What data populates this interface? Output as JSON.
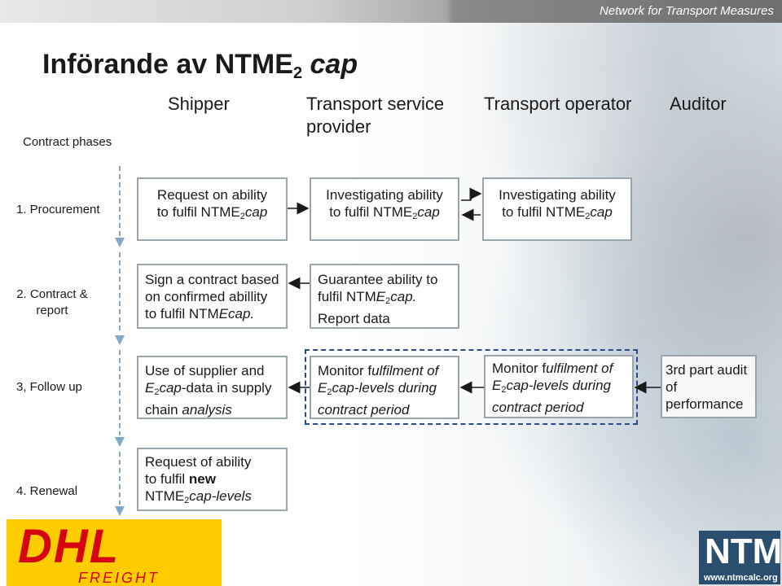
{
  "header": {
    "tagline": "Network for Transport Measures"
  },
  "title": {
    "main": "Införande av NTME",
    "sub": "2",
    "suffix": " cap"
  },
  "columns": {
    "phases_label": "Contract phases",
    "shipper": "Shipper",
    "transport_service_provider_line1": "Transport service",
    "transport_service_provider_line2": "provider",
    "transport_operator": "Transport operator",
    "auditor": "Auditor"
  },
  "phases": {
    "procurement": "1. Procurement",
    "contract_line1": "2. Contract &",
    "contract_line2": "report",
    "follow_up": "3, Follow up",
    "renewal": "4. Renewal"
  },
  "boxes": {
    "p1_shipper_l1": "Request on ability",
    "p1_shipper_l2": "to fulfil NTME",
    "p1_tsp_l1": "Investigating  ability",
    "p1_tsp_l2": "to fulfil NTME",
    "p1_op_l1": "Investigating  ability",
    "p1_op_l2": "to fulfil NTME",
    "sub2": "2",
    "cap": "cap",
    "p2_shipper_l1": "Sign a contract based",
    "p2_shipper_l2": "on confirmed abillity",
    "p2_shipper_l3a": "to fulfil NTM",
    "p2_shipper_l3b": "Ecap.",
    "p2_tsp_l1": "Guarantee  ability to",
    "p2_tsp_l2a": "fulfil NTM",
    "p2_tsp_l2b": "E",
    "p2_tsp_l2c": "cap.",
    "p2_tsp_l3": "Report data",
    "p3_shipper_l1": "Use of supplier and",
    "p3_shipper_l2a": "E",
    "p3_shipper_l2b": "cap",
    "p3_shipper_l2c": "-data in supply",
    "p3_shipper_l3a": "chain ",
    "p3_shipper_l3b": "analysis",
    "p3_tsp_l1a": "Monitor f",
    "p3_tsp_l1b": "ulfilment of",
    "p3_tsp_l2a": "E",
    "p3_tsp_l2b": "cap-levels during",
    "p3_tsp_l3": "contract period",
    "p3_op_l1a": "Monitor f",
    "p3_op_l1b": "ulfilment of",
    "p3_op_l2a": "E",
    "p3_op_l2b": "cap-levels during",
    "p3_op_l3": "contract period",
    "p3_aud_l1": "3rd part audit",
    "p3_aud_l2": " of",
    "p3_aud_l3": "performance",
    "p4_shipper_l1": "Request of ability",
    "p4_shipper_l2a": "to fulfil ",
    "p4_shipper_l2b": "new",
    "p4_shipper_l3a": "NTME",
    "p4_shipper_l3b": "cap-levels"
  },
  "logos": {
    "dhl": "DHL",
    "dhl_sub": "FREIGHT",
    "ntm": "NTM",
    "ntm_url": "www.ntmcalc.org"
  },
  "colors": {
    "box_border": "#9aa4ab",
    "arrow": "#1a1a1a",
    "timeline": "#7fa8c9",
    "dashed_border": "#2b4a8a",
    "dhl_yellow": "#ffcc00",
    "dhl_red": "#d40511",
    "ntm_blue": "#2a4f6e"
  }
}
